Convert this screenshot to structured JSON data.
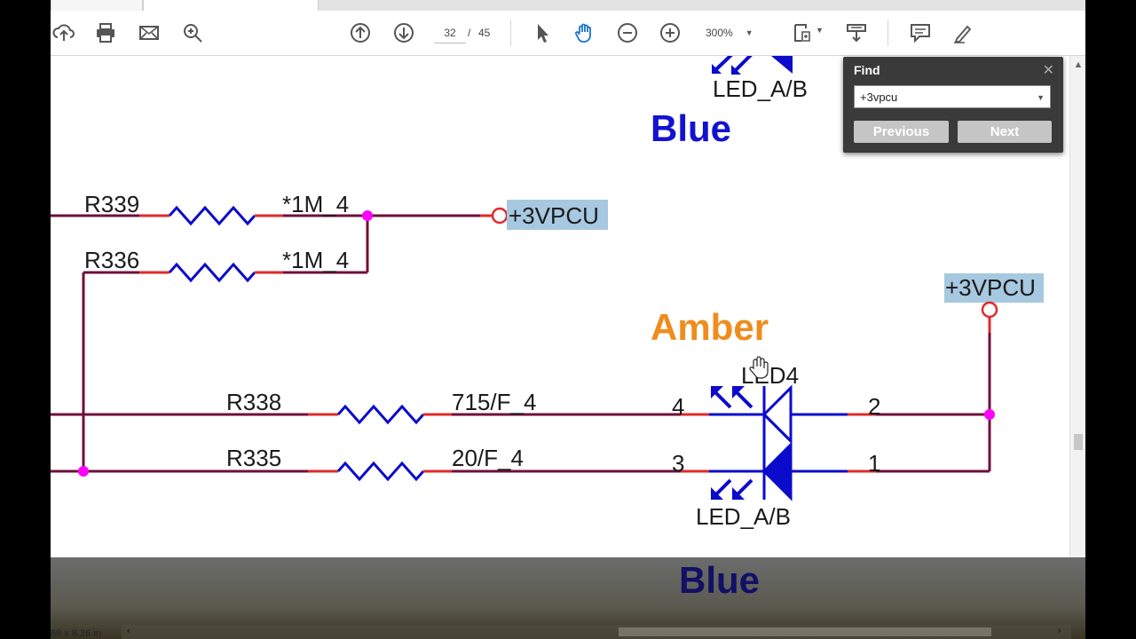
{
  "toolbar": {
    "page_current": "32",
    "page_separator": "/",
    "page_total": "45",
    "zoom_level": "300%"
  },
  "find_panel": {
    "title": "Find",
    "close_glyph": "✕",
    "query": "+3vpcu",
    "previous_label": "Previous",
    "next_label": "Next"
  },
  "schematic": {
    "top_led_label": "LED_A/B",
    "blue_title": "Blue",
    "r339_label": "R339",
    "r339_value": "*1M_4",
    "r336_label": "R336",
    "r336_value": "*1M_4",
    "net_3vpcu_left": "+3VPCU",
    "net_3vpcu_right": "+3VPCU",
    "amber_title": "Amber",
    "led4_label": "LED4",
    "r338_label": "R338",
    "r338_value": "715/F_4",
    "r335_label": "R335",
    "r335_value": "20/F_4",
    "pin4": "4",
    "pin3": "3",
    "pin2": "2",
    "pin1": "1",
    "bottom_led_label": "LED_A/B"
  },
  "footer": {
    "blue_title_2": "Blue",
    "page_size": "69 x 8.26 in"
  },
  "colors": {
    "wire": "#6e0f3c",
    "resistor": "#0b0bcc",
    "stub": "#e12a2a",
    "junction": "#ff00ff",
    "highlight": "#a6c8e0"
  }
}
